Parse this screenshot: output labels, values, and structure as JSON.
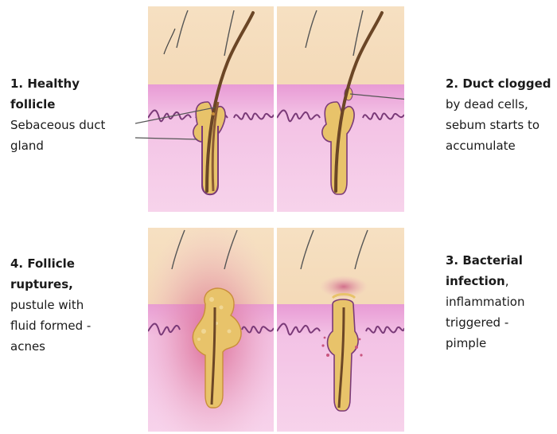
{
  "stages": [
    {
      "title_lines": [
        "1. Healthy",
        "follicle"
      ],
      "body_lines": [
        "Sebaceous duct",
        "gland"
      ]
    },
    {
      "title_lines": [
        "2. Duct clogged"
      ],
      "body_lines": [
        "by dead cells,",
        "sebum starts to",
        "accumulate"
      ]
    },
    {
      "title_lines": [
        "3. Bacterial",
        "infection"
      ],
      "title_suffix": ",",
      "body_lines": [
        "inflammation",
        "triggered -",
        "pimple"
      ]
    },
    {
      "title_lines": [
        "4. Follicle",
        "ruptures,"
      ],
      "body_lines": [
        "pustule with",
        "fluid formed -",
        "acnes"
      ]
    }
  ],
  "colors": {
    "epidermis": "#f3d6b3",
    "dermis_top": "#e79bd4",
    "dermis": "#f5c8e6",
    "wavy_line": "#7a3a78",
    "hair": "#7a5230",
    "sebum": "#e8c36a",
    "inflammation": "#d46a8c"
  }
}
